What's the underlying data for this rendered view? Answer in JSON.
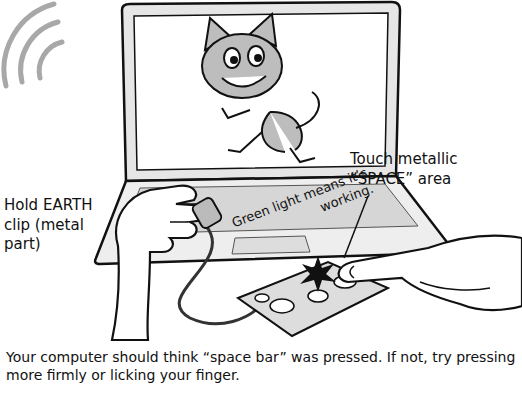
{
  "diagram": {
    "caption": "Your computer should think “space bar” was pressed. If not, try pressing more firmly or licking your finger.",
    "labels": [
      "Touch metallic “SPACE” area",
      "Hold EARTH clip (metal part)",
      "Green light means it’s working."
    ]
  }
}
